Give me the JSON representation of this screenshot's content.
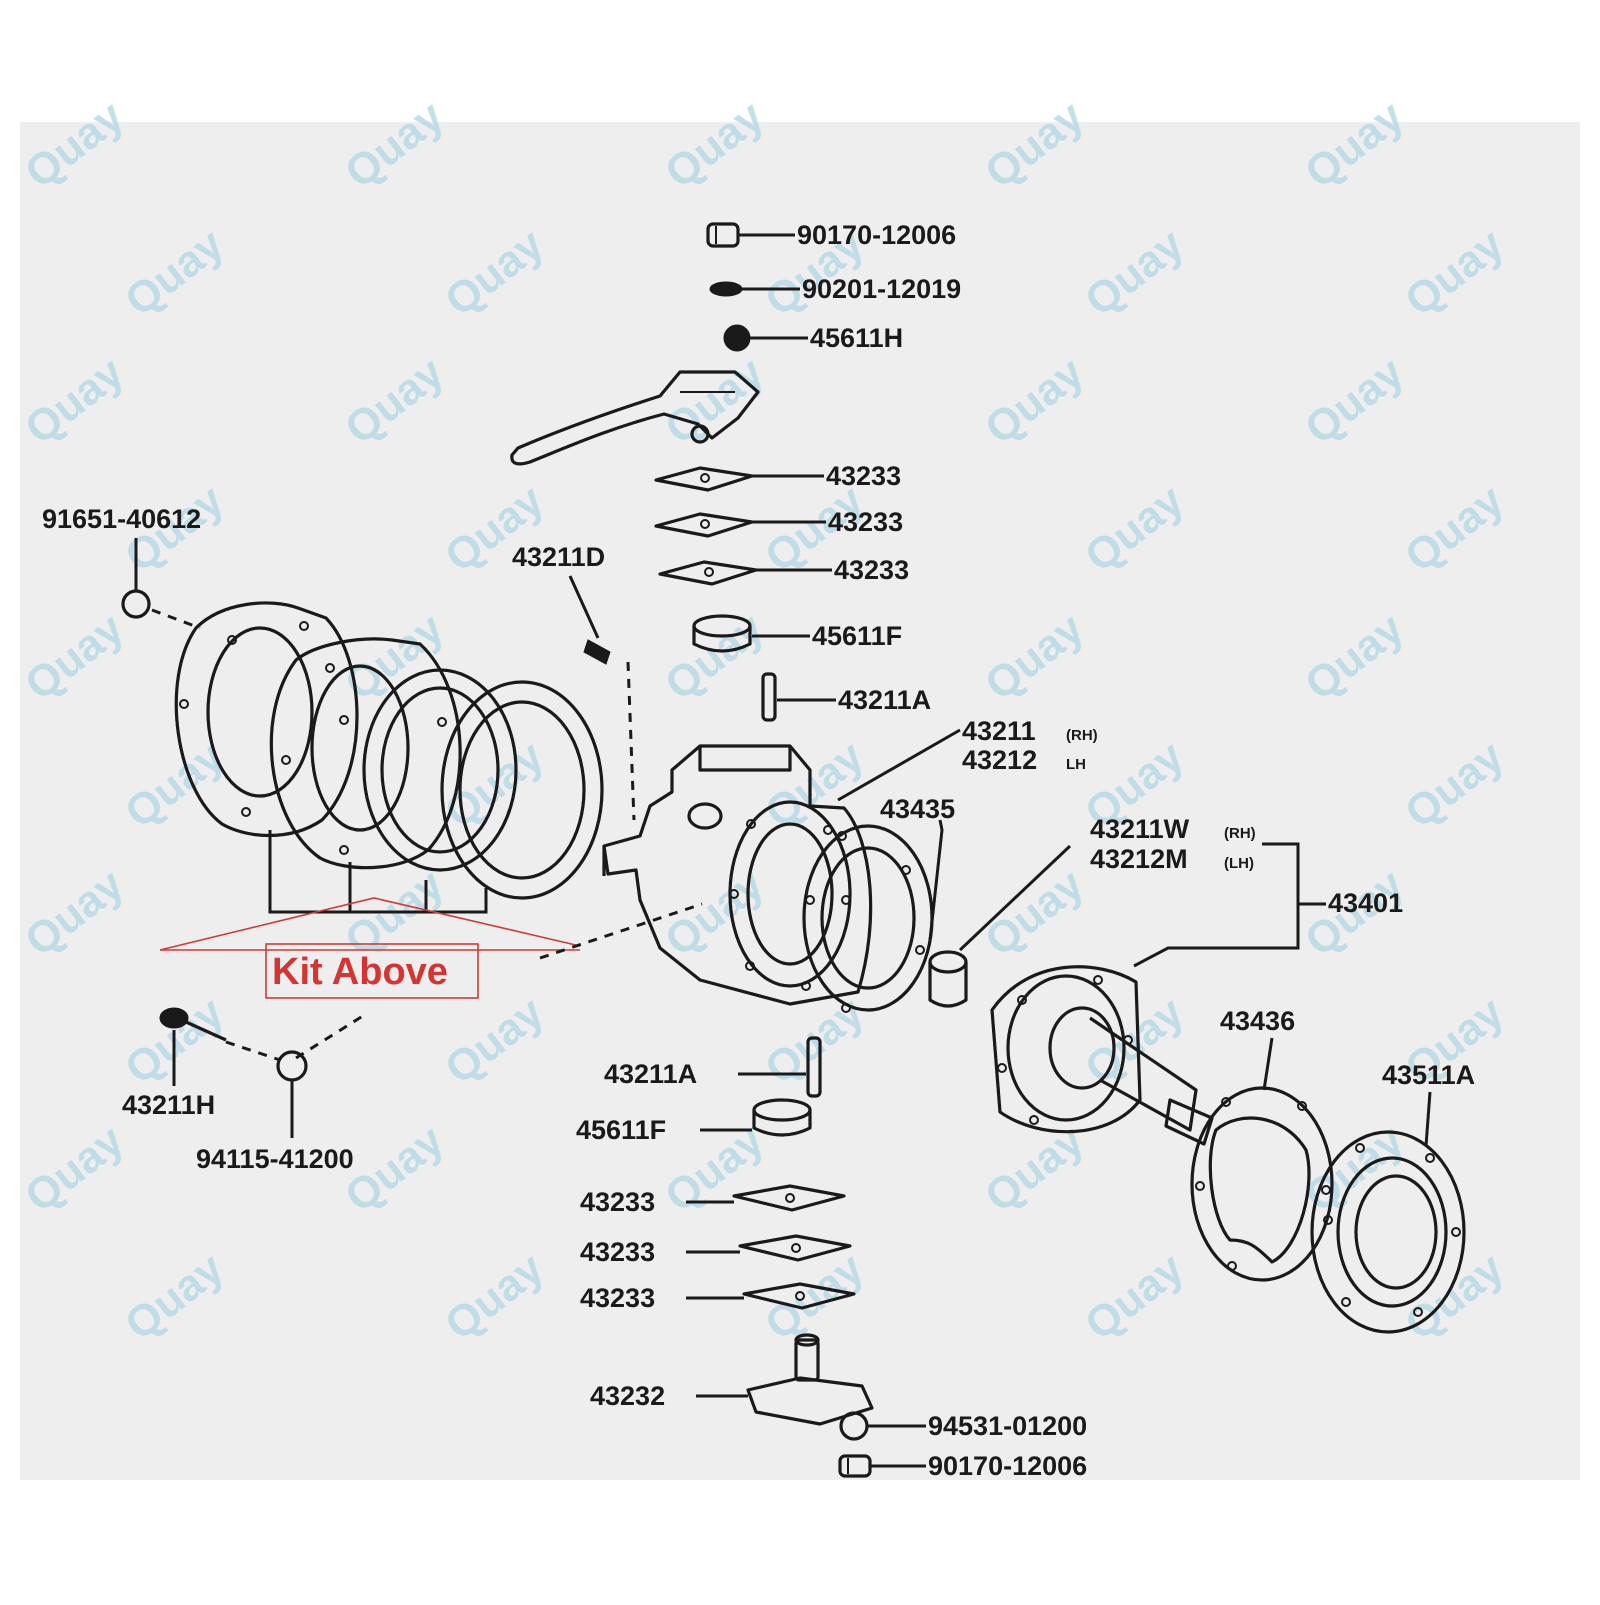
{
  "watermark": "Quay",
  "colors": {
    "panel_bg": "#eeeeee",
    "ink": "#1a1a1a",
    "watermark": "#b9dbe6",
    "kit_red": "#d43434"
  },
  "kit_label": "Kit Above",
  "labels": {
    "top_nut": "90170-12006",
    "top_grease_fitting": "90201-12019",
    "top_cap": "45611H",
    "shim_top_1": "43233",
    "shim_top_2": "43233",
    "shim_top_3": "43233",
    "top_bearing": "45611F",
    "top_pin": "43211A",
    "knuckle_rh": "43211",
    "knuckle_rh_suffix": "(RH)",
    "knuckle_lh": "43212",
    "knuckle_lh_suffix": "LH",
    "seal_43435": "43435",
    "bushing_w": "43211W",
    "bushing_w_suffix": "(RH)",
    "bushing_m": "43212M",
    "bushing_m_suffix": "(LH)",
    "spindle_43401": "43401",
    "gasket_43436": "43436",
    "cover_43511a": "43511A",
    "left_bolt_top": "91651-40612",
    "dust_seal_pin": "43211D",
    "left_bolt_bottom": "43211H",
    "left_washer": "94115-41200",
    "bottom_pin": "43211A",
    "bottom_bearing": "45611F",
    "shim_bottom_1": "43233",
    "shim_bottom_2": "43233",
    "shim_bottom_3": "43233",
    "bottom_arm": "43232",
    "bottom_washer": "94531-01200",
    "bottom_nut": "90170-12006"
  }
}
